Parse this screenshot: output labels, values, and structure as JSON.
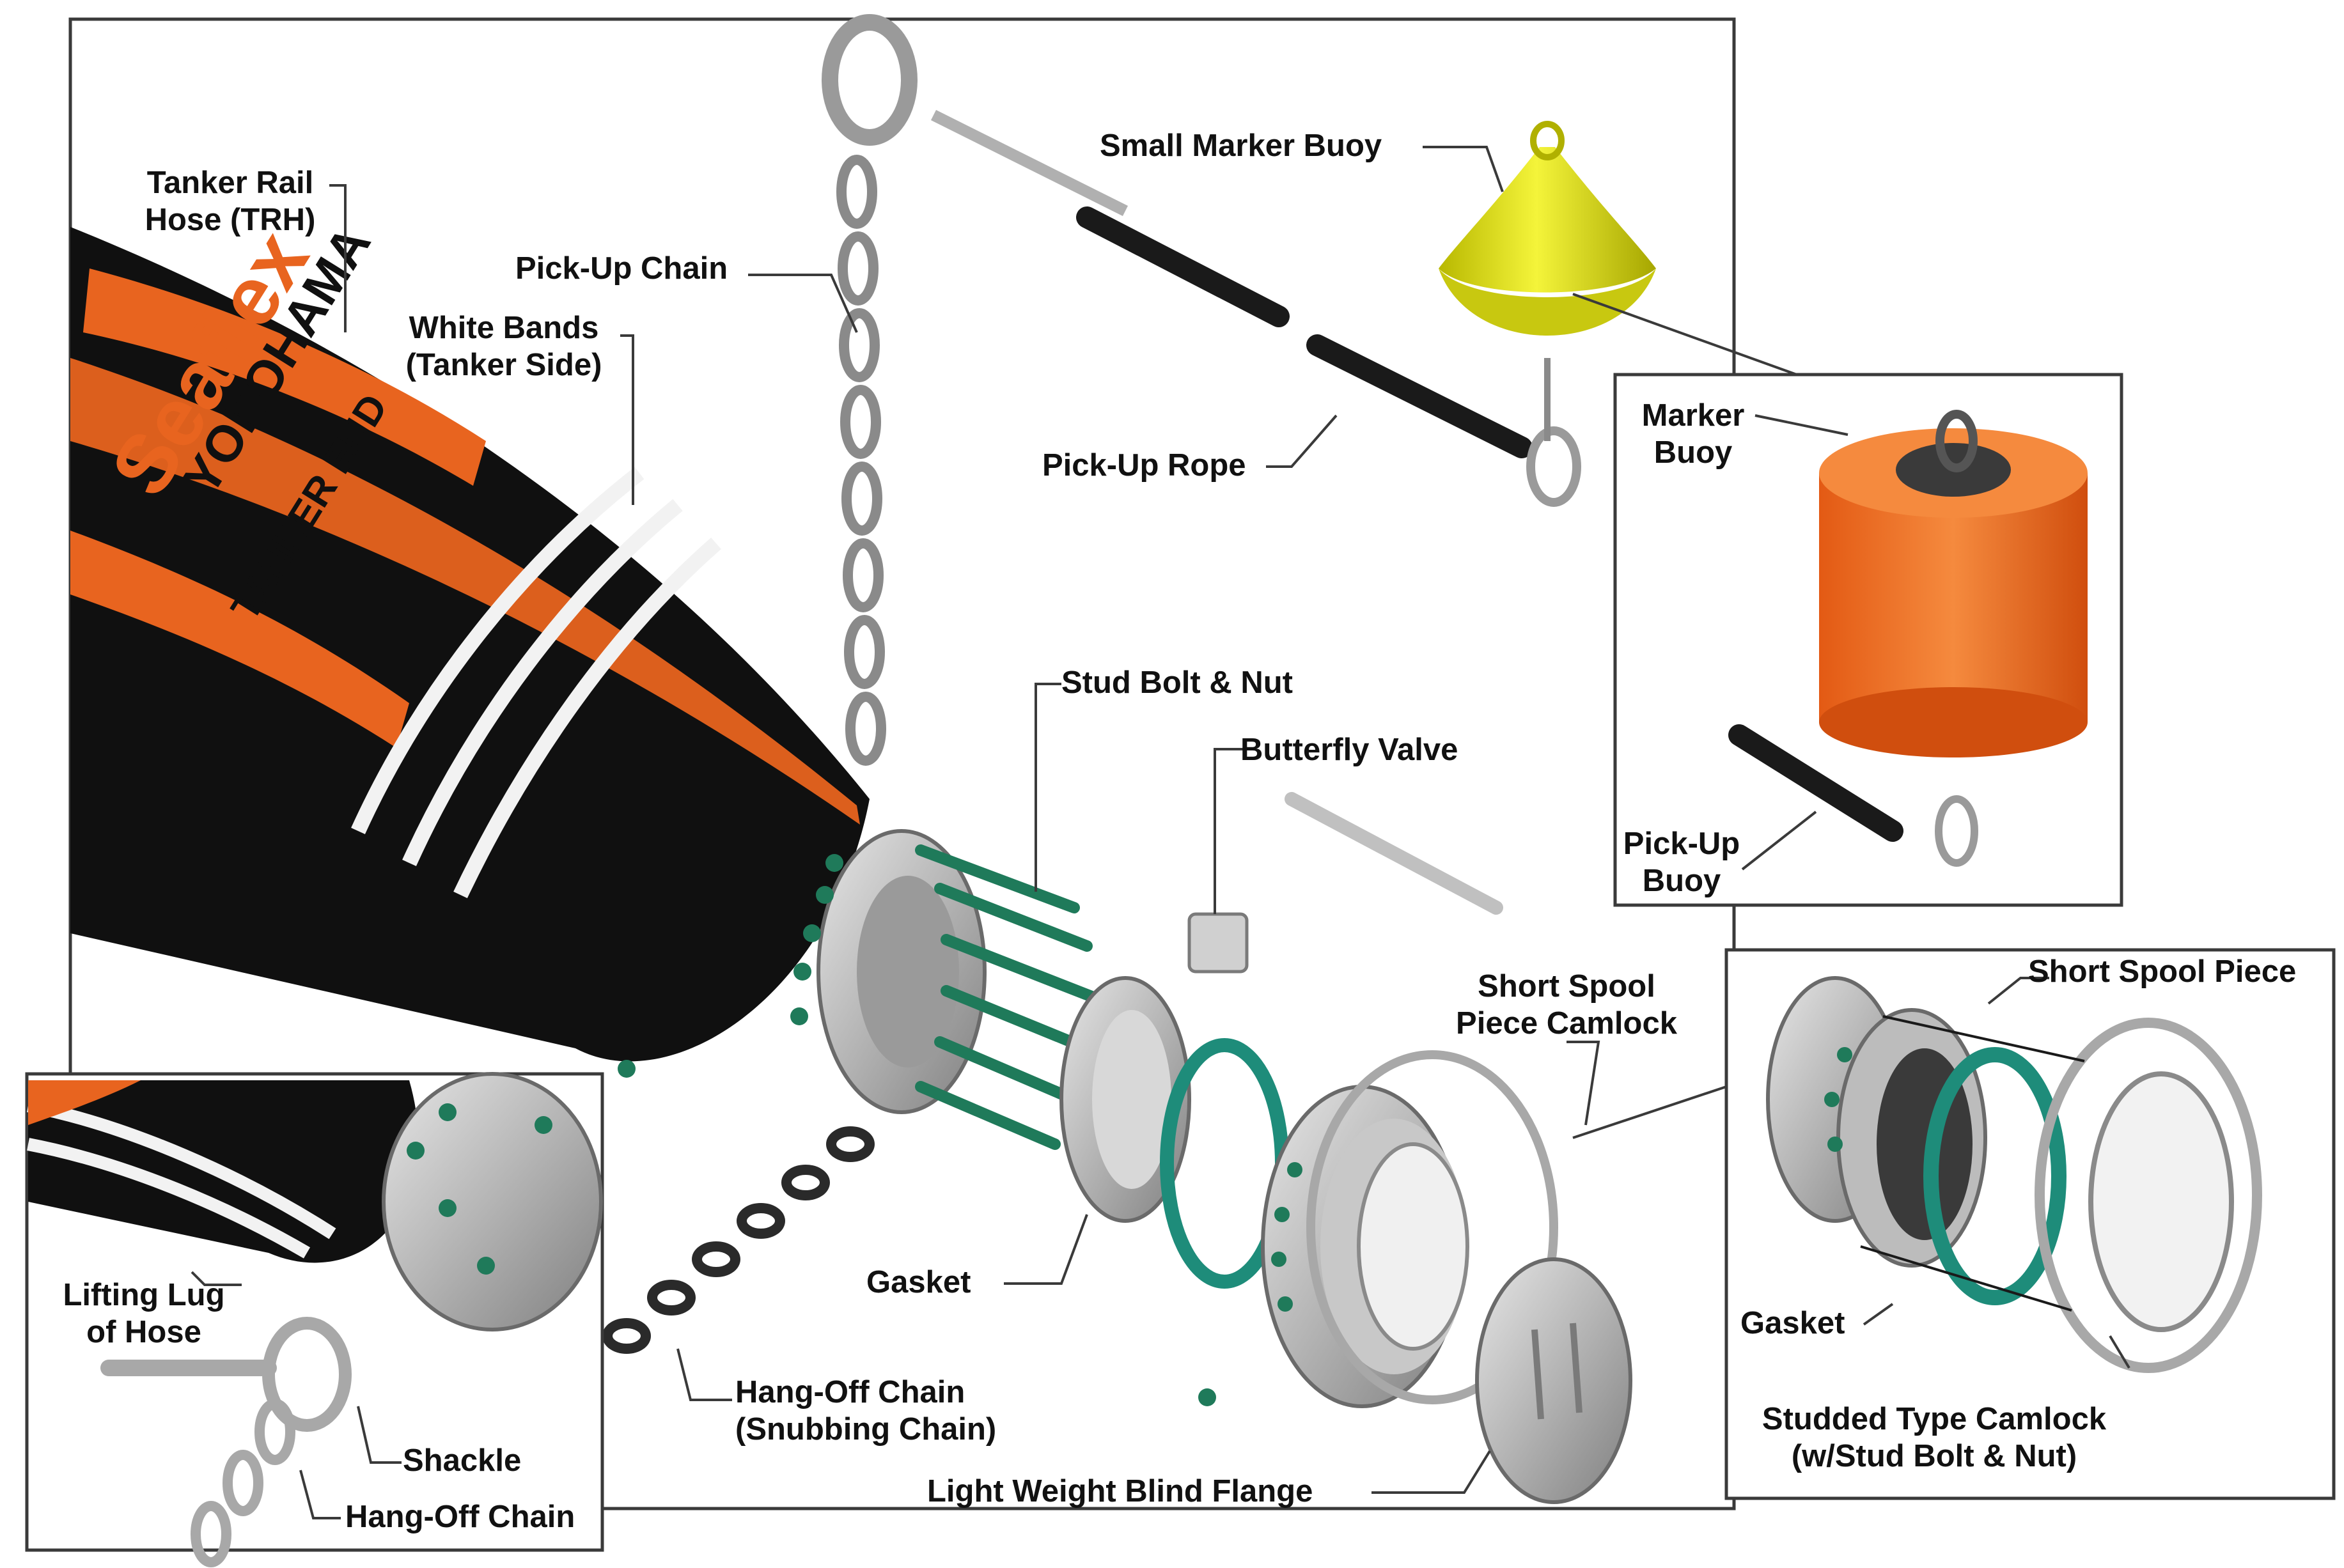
{
  "labels": {
    "tanker_rail_hose": [
      "Tanker Rail",
      "Hose (TRH)"
    ],
    "pick_up_chain": "Pick-Up Chain",
    "white_bands": [
      "White Bands",
      "(Tanker Side)"
    ],
    "small_marker_buoy": "Small Marker Buoy",
    "marker_buoy": [
      "Marker",
      "Buoy"
    ],
    "pick_up_rope": "Pick-Up Rope",
    "stud_bolt_nut": "Stud Bolt & Nut",
    "butterfly_valve": "Butterfly Valve",
    "pick_up_buoy": [
      "Pick-Up",
      "Buoy"
    ],
    "short_spool_piece_camlock": [
      "Short Spool",
      "Piece Camlock"
    ],
    "short_spool_piece": "Short Spool Piece",
    "gasket_main": "Gasket",
    "gasket_inset": "Gasket",
    "lifting_lug": [
      "Lifting Lug",
      "of Hose"
    ],
    "shackle": "Shackle",
    "hang_off_chain_inset": "Hang-Off Chain",
    "hang_off_chain_main": [
      "Hang-Off Chain",
      "(Snubbing Chain)"
    ],
    "studded_camlock": [
      "Studded Type Camlock",
      "(w/Stud Bolt & Nut)"
    ],
    "light_weight_blind_flange": "Light Weight Blind Flange"
  },
  "hose_markings": {
    "brand": "Seaflex",
    "maker": "YOKOHAMA",
    "end": "TANKER END"
  },
  "colors": {
    "hose_black": "#101010",
    "hose_orange": "#e8641f",
    "white_band": "#f2f2f2",
    "flange_grey": "#b8b8b8",
    "gasket_green": "#1e8c7a",
    "bolt_green": "#1f7a5a",
    "small_buoy_yellow": "#e6e61a",
    "marker_buoy_orange": "#f06a1e",
    "frame_line": "#3a3a3a"
  }
}
